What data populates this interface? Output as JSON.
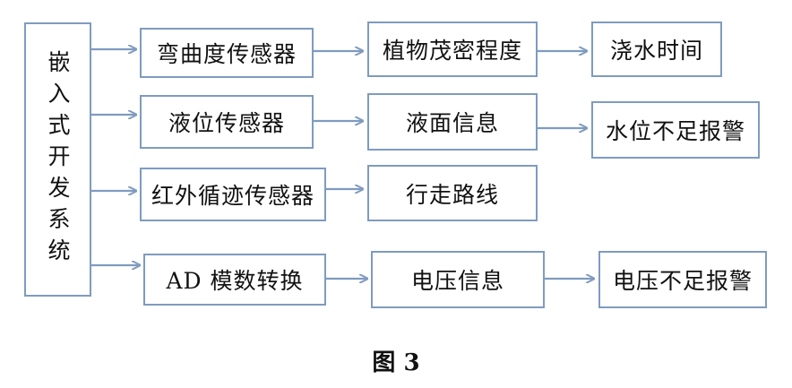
{
  "root": {
    "label": "嵌入式开发系统"
  },
  "rows": [
    {
      "a": "弯曲度传感器",
      "b": "植物茂密程度",
      "c": "浇水时间"
    },
    {
      "a": "液位传感器",
      "b": "液面信息",
      "c": "水位不足报警"
    },
    {
      "a": "红外循迹传感器",
      "b": "行走路线"
    },
    {
      "a": "AD 模数转换",
      "b": "电压信息",
      "c": "电压不足报警"
    }
  ],
  "caption": "图 3",
  "colors": {
    "border": "#7f9bbf",
    "arrow": "#7f9bbf"
  }
}
